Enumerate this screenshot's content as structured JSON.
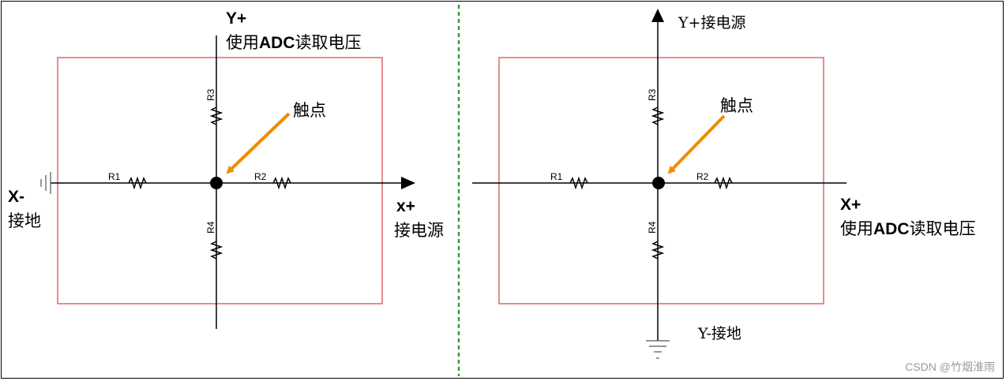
{
  "left": {
    "y_plus": "Y+",
    "y_plus_desc_prefix": "使用",
    "y_plus_desc_bold": "ADC",
    "y_plus_desc_suffix": "读取电压",
    "x_minus": "X-",
    "x_minus_desc": "接地",
    "x_plus": "x+",
    "x_plus_desc": "接电源",
    "touch_label": "触点",
    "resistors": [
      "R1",
      "R2",
      "R3",
      "R4"
    ]
  },
  "right": {
    "y_plus_label": "Y+接电源",
    "y_minus_label": "Y-接地",
    "x_plus": "X+",
    "x_plus_desc_prefix": "使用",
    "x_plus_desc_bold": "ADC",
    "x_plus_desc_suffix": "读取电压",
    "touch_label": "触点",
    "resistors": [
      "R1",
      "R2",
      "R3",
      "R4"
    ]
  },
  "watermark": "CSDN @竹烟淮雨",
  "colors": {
    "box": "#e06666",
    "arrow": "#f08c00",
    "divider": "#3a9a3a",
    "wire": "#000000"
  }
}
